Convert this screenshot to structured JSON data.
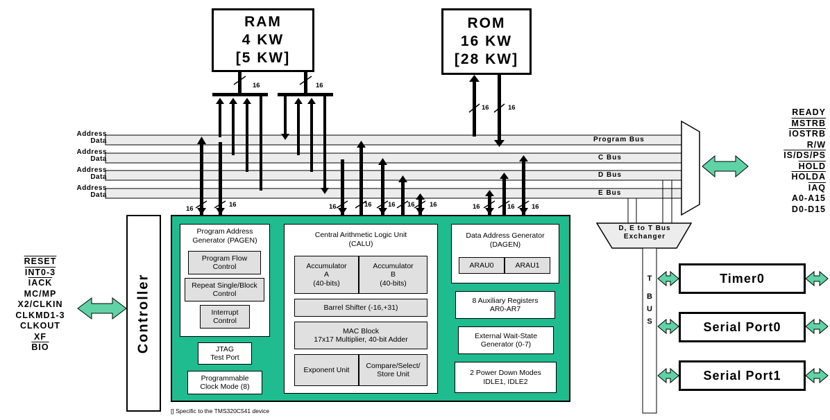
{
  "memory": {
    "ram": {
      "line1": "RAM",
      "line2": "4 KW",
      "line3": "[5 KW]"
    },
    "rom": {
      "line1": "ROM",
      "line2": "16 KW",
      "line3": "[28 KW]"
    }
  },
  "buses": {
    "address_label": "Address",
    "data_label": "Data",
    "program": "Program Bus",
    "c": "C Bus",
    "d": "D Bus",
    "e": "E Bus",
    "width": "16"
  },
  "external_signals": {
    "left": [
      "RESET",
      "INT0-3",
      "IACK",
      "MC/MP",
      "X2/CLKIN",
      "CLKMD1-3",
      "CLKOUT",
      "XF",
      "BIO"
    ],
    "right": [
      "READY",
      "MSTRB",
      "IOSTRB",
      "R/W",
      "IS/DS/PS",
      "HOLD",
      "HOLDA",
      "IAQ",
      "A0-A15",
      "D0-D15"
    ]
  },
  "controller": "Controller",
  "pagen": {
    "title_line1": "Program Address",
    "title_line2": "Generator (PAGEN)",
    "flow_line1": "Program Flow",
    "flow_line2": "Control",
    "repeat_line1": "Repeat Single/Block",
    "repeat_line2": "Control",
    "interrupt_line1": "Interrupt",
    "interrupt_line2": "Control"
  },
  "jtag": {
    "line1": "JTAG",
    "line2": "Test Port"
  },
  "clock_mode": {
    "line1": "Programmable",
    "line2": "Clock Mode (8)"
  },
  "calu": {
    "title_line1": "Central Arithmetic Logic Unit",
    "title_line2": "(CALU)",
    "acc_a": {
      "line1": "Accumulator",
      "line2": "A",
      "line3": "(40-bits)"
    },
    "acc_b": {
      "line1": "Accumulator",
      "line2": "B",
      "line3": "(40-bits)"
    },
    "barrel": "Barrel Shifter (-16,+31)",
    "mac_line1": "MAC Block",
    "mac_line2": "17x17 Multiplier, 40-bit Adder",
    "exponent": "Exponent Unit",
    "css_line1": "Compare/Select/",
    "css_line2": "Store Unit"
  },
  "dagen": {
    "title": "Data Address Generator",
    "title2": "(DAGEN)",
    "arau0": "ARAU0",
    "arau1": "ARAU1"
  },
  "aux_regs": {
    "line1": "8 Auxiliary Registers",
    "line2": "AR0-AR7"
  },
  "wait_state": {
    "line1": "External Wait-State",
    "line2": "Generator (0-7)"
  },
  "power_down": {
    "line1": "2 Power Down Modes",
    "line2": "IDLE1, IDLE2"
  },
  "exchanger": {
    "line1": "D, E to T Bus",
    "line2": "Exchanger"
  },
  "tbus": [
    "T",
    "B",
    "U",
    "S"
  ],
  "peripherals": {
    "timer0": "Timer0",
    "serial0": "Serial Port0",
    "serial1": "Serial Port1"
  },
  "footnote": "[] Specific to the TMS320C541 device",
  "colors": {
    "core": "#1ebc8e",
    "arrow": "#5fd3a6",
    "bus": "#ececec",
    "sub": "#e0e0e0"
  }
}
